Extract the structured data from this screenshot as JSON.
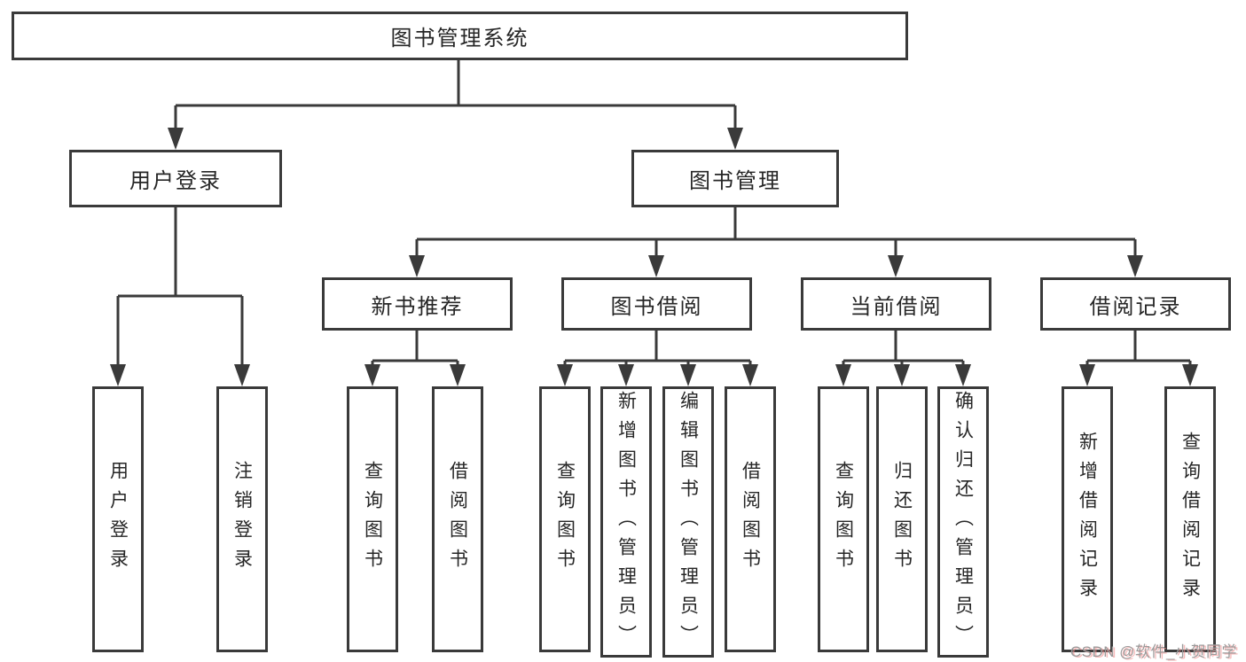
{
  "nodes": {
    "root": "图书管理系统",
    "user_login": "用户登录",
    "book_management": "图书管理",
    "new_book_recommend": "新书推荐",
    "book_borrowing": "图书借阅",
    "current_borrowing": "当前借阅",
    "borrowing_records": "借阅记录",
    "leaf_user_login": "用户登录",
    "leaf_logout_login": "注销登录",
    "leaf_query_books_recommend": "查询图书",
    "leaf_borrow_books_recommend": "借阅图书",
    "leaf_query_books_borrow": "查询图书",
    "leaf_add_book_admin": "新增图书（管理员）",
    "leaf_edit_book_admin": "编辑图书（管理员）",
    "leaf_borrow_books_borrow": "借阅图书",
    "leaf_query_books_current": "查询图书",
    "leaf_return_books": "归还图书",
    "leaf_confirm_return_admin": "确认归还（管理员）",
    "leaf_add_borrow_record": "新增借阅记录",
    "leaf_query_borrow_record": "查询借阅记录"
  },
  "watermark": "CSDN @软件_小贺同学",
  "colors": {
    "line": "#3a3a3a",
    "text": "#262626",
    "background": "#ffffff",
    "watermark": "#9a9a9a",
    "watermark_shadow": "#f28c8c"
  }
}
